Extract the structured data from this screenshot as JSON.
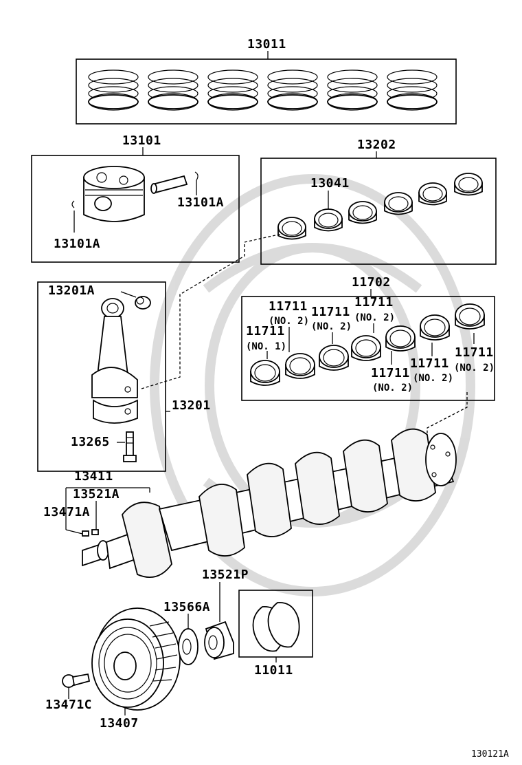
{
  "parts": {
    "p13011": "13011",
    "p13101": "13101",
    "p13101A_right": "13101A",
    "p13101A_left": "13101A",
    "p13202": "13202",
    "p13041": "13041",
    "p13201A": "13201A",
    "p13201": "13201",
    "p13265": "13265",
    "p11702": "11702",
    "b1_part": "11711",
    "b1_note": "(NO. 1)",
    "b2_part": "11711",
    "b2_note": "(NO. 2)",
    "b3_part": "11711",
    "b3_note": "(NO. 2)",
    "b4_part": "11711",
    "b4_note": "(NO. 2)",
    "b5_part": "11711",
    "b5_note": "(NO. 2)",
    "b6_part": "11711",
    "b6_note": "(NO. 2)",
    "b7_part": "11711",
    "b7_note": "(NO. 2)",
    "p13411": "13411",
    "p13521A": "13521A",
    "p13471A": "13471A",
    "p13521P": "13521P",
    "p13566A": "13566A",
    "p11011": "11011",
    "p13471C": "13471C",
    "p13407": "13407"
  },
  "footer": {
    "diagram_code": "130121A"
  }
}
